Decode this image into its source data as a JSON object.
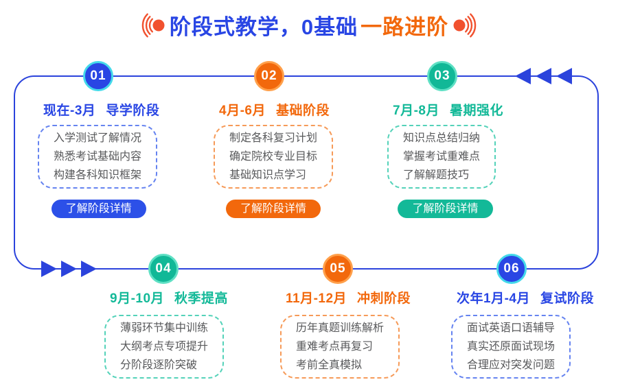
{
  "title": {
    "highlight_blue": "阶段式教学，0基础",
    "highlight_orange": "一路进阶"
  },
  "colors": {
    "blue": "#2946e4",
    "orange": "#f2680c",
    "teal": "#13b998",
    "line": "#2b43dc",
    "decor_dot": "#f1512e",
    "body_text": "#58595b"
  },
  "icons": {
    "left_decor": "sound-waves-dot-icon",
    "right_decor": "dot-sound-waves-icon",
    "top_arrows": "flow-arrow-left-icon",
    "bottom_arrows": "flow-arrow-right-icon"
  },
  "stages": [
    {
      "num": "01",
      "date": "现在-3月",
      "name": "导学阶段",
      "theme": "blue",
      "items": [
        "入学测试了解情况",
        "熟悉考试基础内容",
        "构建各科知识框架"
      ],
      "button": "了解阶段详情"
    },
    {
      "num": "02",
      "date": "4月-6月",
      "name": "基础阶段",
      "theme": "orange",
      "items": [
        "制定各科复习计划",
        "确定院校专业目标",
        "基础知识点学习"
      ],
      "button": "了解阶段详情"
    },
    {
      "num": "03",
      "date": "7月-8月",
      "name": "暑期强化",
      "theme": "teal",
      "items": [
        "知识点总结归纳",
        "掌握考试重难点",
        "了解解题技巧"
      ],
      "button": "了解阶段详情"
    },
    {
      "num": "04",
      "date": "9月-10月",
      "name": "秋季提高",
      "theme": "teal",
      "items": [
        "薄弱环节集中训练",
        "大纲考点专项提升",
        "分阶段逐阶突破"
      ]
    },
    {
      "num": "05",
      "date": "11月-12月",
      "name": "冲刺阶段",
      "theme": "orange",
      "items": [
        "历年真题训练解析",
        "重难考点再复习",
        "考前全真模拟"
      ]
    },
    {
      "num": "06",
      "date": "次年1月-4月",
      "name": "复试阶段",
      "theme": "blue",
      "items": [
        "面试英语口语辅导",
        "真实还原面试现场",
        "合理应对突发问题"
      ]
    }
  ]
}
